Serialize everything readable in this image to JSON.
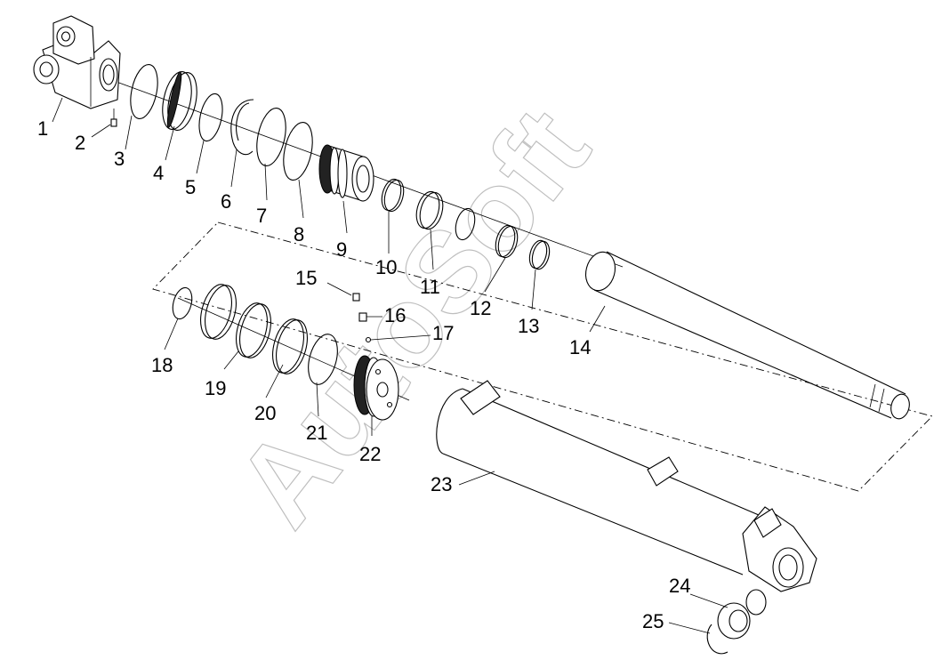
{
  "watermark": "AutoSoft",
  "callouts": [
    "1",
    "2",
    "3",
    "4",
    "5",
    "6",
    "7",
    "8",
    "9",
    "10",
    "11",
    "12",
    "13",
    "14",
    "15",
    "16",
    "17",
    "18",
    "19",
    "20",
    "21",
    "22",
    "23",
    "24",
    "25"
  ]
}
